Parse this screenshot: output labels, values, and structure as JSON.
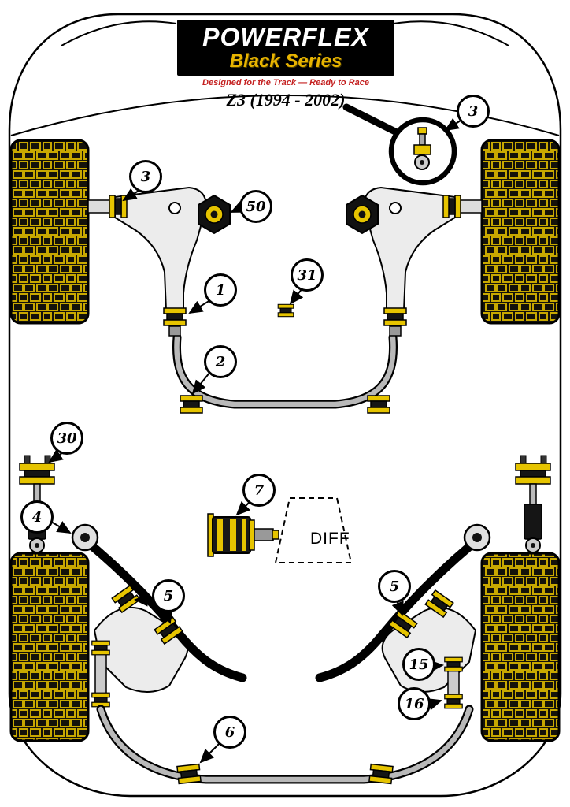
{
  "header": {
    "brand": "POWERFLEX",
    "series": "Black Series",
    "tagline": "Designed for the Track — Ready to Race",
    "model": "Z3 (1994 - 2002)"
  },
  "diagram": {
    "diff_label": "DIFF",
    "callouts": [
      {
        "id": "3-detail",
        "label": "3"
      },
      {
        "id": "3-front-wishbone",
        "label": "3"
      },
      {
        "id": "50-engine-mount",
        "label": "50"
      },
      {
        "id": "1-front-arm-rear",
        "label": "1"
      },
      {
        "id": "31-steering-mount",
        "label": "31"
      },
      {
        "id": "2-front-arb",
        "label": "2"
      },
      {
        "id": "30-shock-mount",
        "label": "30"
      },
      {
        "id": "4-trailing-arm",
        "label": "4"
      },
      {
        "id": "7-diff-mount",
        "label": "7"
      },
      {
        "id": "5-rear-left",
        "label": "5"
      },
      {
        "id": "5-rear-right",
        "label": "5"
      },
      {
        "id": "15-rear-link-upper",
        "label": "15"
      },
      {
        "id": "16-rear-link-lower",
        "label": "16"
      },
      {
        "id": "6-rear-arb",
        "label": "6"
      }
    ]
  },
  "colors": {
    "bushing_yellow": "#e6c400",
    "tread_yellow": "#c8a800",
    "brand_red": "#c42020",
    "series_gold": "#e8b400",
    "outline_black": "#000000",
    "metal_gray": "#b9b9b9"
  }
}
